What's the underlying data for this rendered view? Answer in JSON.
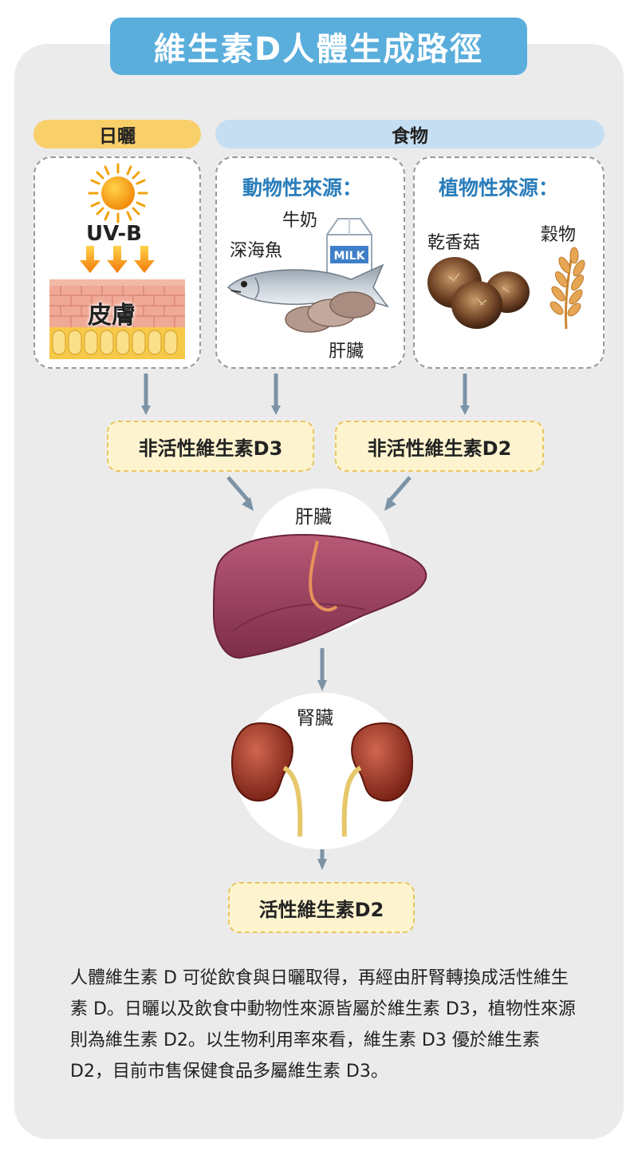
{
  "title": "維生素D人體生成路徑",
  "headers": {
    "sunlight": "日曬",
    "food": "食物"
  },
  "sunlight_card": {
    "uvb_label": "UV-B",
    "skin_label": "皮膚"
  },
  "animal_card": {
    "title": "動物性來源：",
    "items": {
      "milk": "牛奶",
      "fish": "深海魚",
      "liver": "肝臟"
    },
    "milk_carton_text": "MILK"
  },
  "plant_card": {
    "title": "植物性來源：",
    "items": {
      "mushroom": "乾香菇",
      "grain": "穀物"
    }
  },
  "inactive_boxes": {
    "d3": "非活性維生素D3",
    "d2": "非活性維生素D2"
  },
  "organs": {
    "liver": "肝臟",
    "kidney": "腎臟"
  },
  "active_box": "活性維生素D2",
  "description": "人體維生素 D 可從飲食與日曬取得，再經由肝腎轉換成活性維生素 D。日曬以及飲食中動物性來源皆屬於維生素 D3，植物性來源則為維生素 D2。以生物利用率來看，維生素 D3 優於維生素 D2，目前市售保健食品多屬維生素 D3。",
  "colors": {
    "title_bg": "#5aaedc",
    "sun_header": "#f9cf6a",
    "food_header": "#c6def1",
    "source_title": "#2a7dbb",
    "arrow": "#7c93a6",
    "box_bg": "#fdf4cf"
  },
  "icons": [
    "sun-icon",
    "uv-arrow-icon",
    "skin-layer-icon",
    "milk-carton-icon",
    "fish-icon",
    "liver-slices-icon",
    "mushroom-icon",
    "grain-icon",
    "liver-organ-icon",
    "kidney-icon",
    "flow-arrow-icon"
  ]
}
